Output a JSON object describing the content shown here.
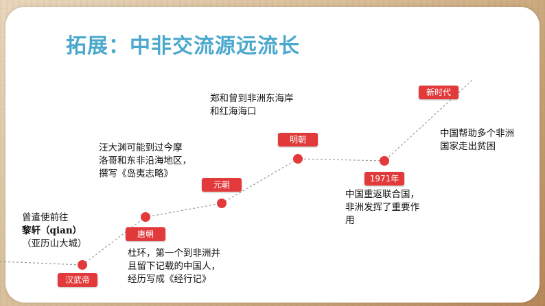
{
  "title": "拓展：中非交流源远流长",
  "events": [
    {
      "label": "汉武帝",
      "lines": [
        "曾遣使前往",
        "黎轩（qian）",
        "（亚历山大城）"
      ]
    },
    {
      "label": "唐朝",
      "lines": [
        "杜环，第一个到非洲并",
        "且留下记载的中国人，",
        "经历写成《经行记》"
      ]
    },
    {
      "label": "元朝",
      "lines": [
        "汪大渊可能到过今摩",
        "洛哥和东非沿海地区，",
        "撰写《岛夷志略》"
      ]
    },
    {
      "label": "明朝",
      "lines": [
        "郑和曾到非洲东海岸",
        "和红海海口"
      ]
    },
    {
      "label": "1971年",
      "lines": [
        "中国重返联合国，",
        "非洲发挥了重要作",
        "用"
      ]
    },
    {
      "label": "新时代",
      "lines": [
        "中国帮助多个非洲",
        "国家走出贫困"
      ]
    }
  ],
  "colors": {
    "accent": "#e2393b",
    "title": "#4aa8cc"
  }
}
